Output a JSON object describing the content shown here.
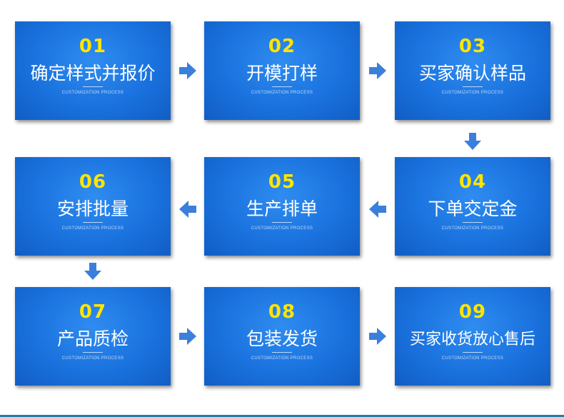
{
  "steps": [
    {
      "num": "01",
      "title": "确定样式并报价",
      "sub": "CUSTOMIZATION PROCESS"
    },
    {
      "num": "02",
      "title": "开模打样",
      "sub": "CUSTOMIZATION PROCESS"
    },
    {
      "num": "03",
      "title": "买家确认样品",
      "sub": "CUSTOMIZATION PROCESS"
    },
    {
      "num": "04",
      "title": "下单交定金",
      "sub": "CUSTOMIZATION PROCESS"
    },
    {
      "num": "05",
      "title": "生产排单",
      "sub": "CUSTOMIZATION PROCESS"
    },
    {
      "num": "06",
      "title": "安排批量",
      "sub": "CUSTOMIZATION PROCESS"
    },
    {
      "num": "07",
      "title": "产品质检",
      "sub": "CUSTOMIZATION PROCESS"
    },
    {
      "num": "08",
      "title": "包装发货",
      "sub": "CUSTOMIZATION PROCESS"
    },
    {
      "num": "09",
      "title": "买家收货放心售后",
      "sub": "CUSTOMIZATION PROCESS"
    }
  ],
  "arrows": [
    "arrow-right",
    "arrow-right",
    "arrow-down",
    "arrow-left",
    "arrow-left",
    "arrow-down",
    "arrow-right",
    "arrow-right"
  ],
  "colors": {
    "card": "#1a72de",
    "number": "#ffe500",
    "arrow": "#3a7fdc",
    "bottom_line": "#1e7fa8"
  }
}
